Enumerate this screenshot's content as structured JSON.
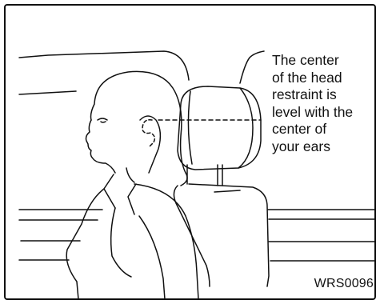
{
  "callout": {
    "lines": [
      "The center",
      "of the head",
      "restraint is",
      "level with the",
      "center of",
      "your ears"
    ]
  },
  "figure_code": "WRS0096",
  "colors": {
    "line": "#111111",
    "background": "#ffffff"
  }
}
